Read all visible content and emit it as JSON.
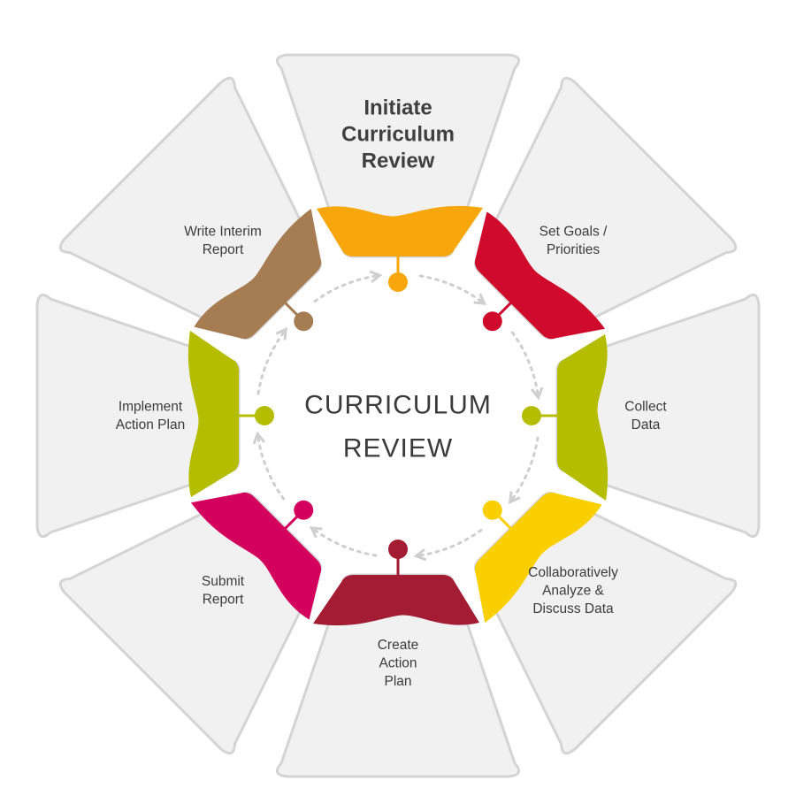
{
  "title": {
    "line1": "CURRICULUM",
    "line2": "REVIEW"
  },
  "steps": [
    {
      "id": "initiate",
      "lines": [
        "Initiate",
        "Curriculum",
        "Review"
      ],
      "color": "#f7a70b",
      "emphasis": true
    },
    {
      "id": "set-goals",
      "lines": [
        "Set Goals /",
        "Priorities"
      ],
      "color": "#cf0a2c"
    },
    {
      "id": "collect-data",
      "lines": [
        "Collect",
        "Data"
      ],
      "color": "#b5bd00"
    },
    {
      "id": "analyze",
      "lines": [
        "Collaboratively",
        "Analyze &",
        "Discuss Data"
      ],
      "color": "#f9cf00"
    },
    {
      "id": "create-plan",
      "lines": [
        "Create",
        "Action",
        "Plan"
      ],
      "color": "#a41b34"
    },
    {
      "id": "submit-report",
      "lines": [
        "Submit",
        "Report"
      ],
      "color": "#d4005e"
    },
    {
      "id": "implement",
      "lines": [
        "Implement",
        "Action Plan"
      ],
      "color": "#b5bd00"
    },
    {
      "id": "interim-report",
      "lines": [
        "Write Interim",
        "Report"
      ],
      "color": "#a67c52"
    }
  ],
  "colors": {
    "panel_fill": "#f1f1f1",
    "panel_stroke": "#d4d4d4",
    "connector": "#cfcfcf"
  }
}
